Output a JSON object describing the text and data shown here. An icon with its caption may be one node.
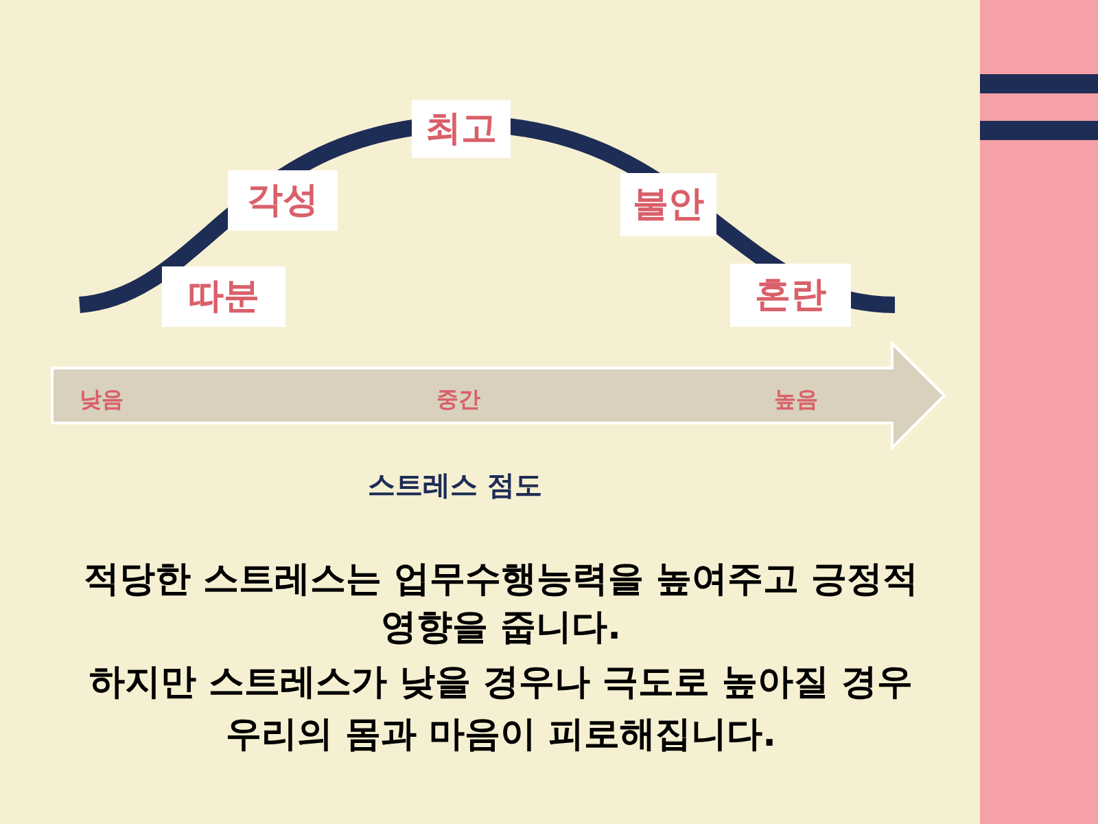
{
  "diagram": {
    "nodes": [
      {
        "text": [
          "따분"
        ]
      },
      {
        "text": [
          "각성"
        ]
      },
      {
        "text": [
          "최고"
        ]
      },
      {
        "text": [
          "불안"
        ]
      },
      {
        "text": [
          "혼란"
        ]
      }
    ],
    "labels": [
      "낮음",
      "중간",
      "높음",
      "스트레스 점도",
      "적당한 스트레스는 업무수행능력을 높여주고 긍정적 영향을 줍니다.",
      "하지만 스트레스가 낮을 경우나 극도로 높아질 경우 우리의 몸과 마음이 피로해집니다."
    ]
  }
}
